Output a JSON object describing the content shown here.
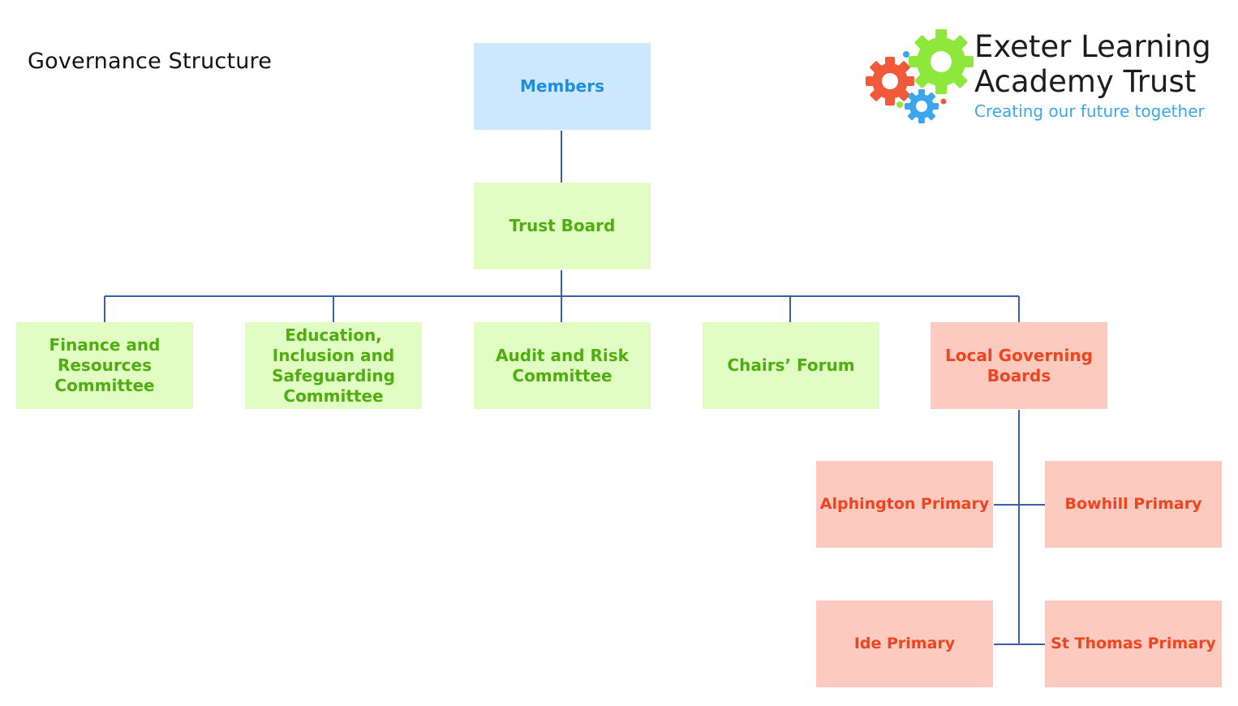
{
  "page_title": "Governance Structure",
  "logo": {
    "line1": "Exeter Learning",
    "line2": "Academy Trust",
    "tagline": "Creating our future together",
    "colors": {
      "red_gear": "#f05a3a",
      "green_gear": "#8ee83c",
      "blue_gear": "#3ba6ec"
    }
  },
  "colors": {
    "connector": "#3a5fa6",
    "members_bg": "#cce7fe",
    "members_text": "#1a8ee0",
    "committee_bg": "#e2fdc4",
    "committee_text": "#4fae0f",
    "school_bg": "#fdcac0",
    "school_text": "#f0441f"
  },
  "nodes": {
    "members": "Members",
    "trust_board": "Trust Board",
    "finance": "Finance and Resources Committee",
    "education": "Education, Inclusion and Safeguarding Committee",
    "audit": "Audit and Risk Committee",
    "chairs": "Chairs’ Forum",
    "lgb": "Local Governing Boards",
    "alphington": "Alphington Primary",
    "bowhill": "Bowhill Primary",
    "ide": "Ide Primary",
    "st_thomas": "St Thomas Primary"
  }
}
